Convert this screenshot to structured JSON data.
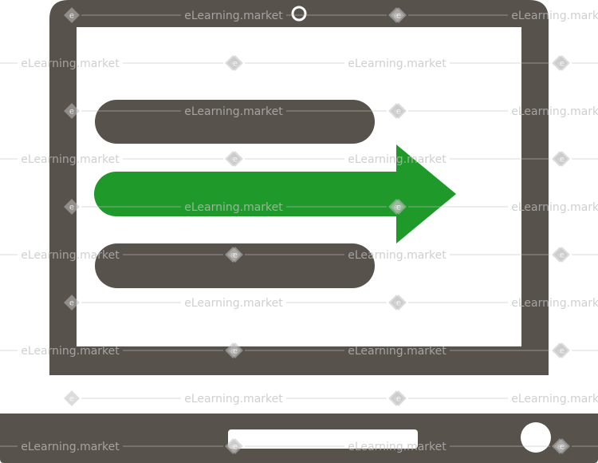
{
  "illustration": {
    "subject": "laptop-with-forward-arrow",
    "icon_name": "laptop-arrow-right-icon",
    "colors": {
      "frame": "#58524c",
      "screen": "#ffffff",
      "arrow": "#1f9a2a",
      "highlight": "#ffffff",
      "watermark": "#bfbfbf",
      "watermark_badge": "#ffffff"
    }
  },
  "watermark": {
    "text": "eLearning.market",
    "badge_glyph": "e"
  }
}
